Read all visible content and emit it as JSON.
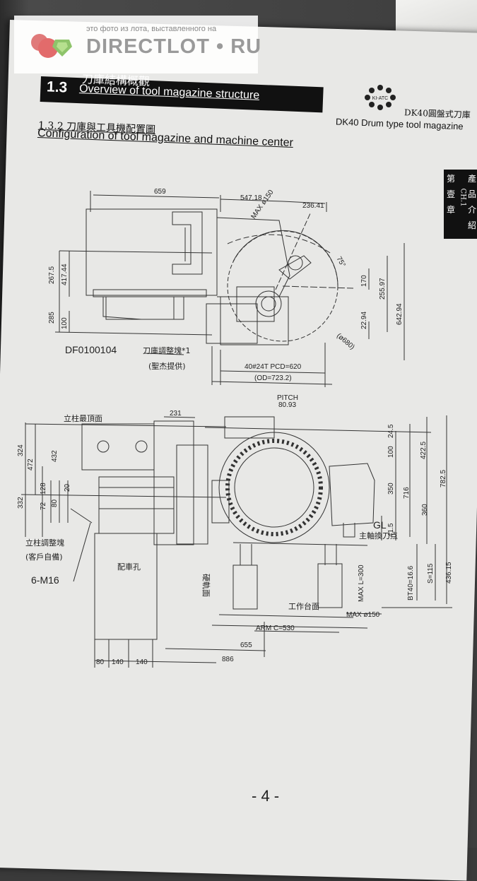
{
  "watermark": {
    "caption": "это фото из лота, выставленного на",
    "name": "DIRECTLOT • RU"
  },
  "section": {
    "number": "1.3",
    "title_zh": "刀庫結構概觀",
    "title_en": "Overview of tool magazine structure"
  },
  "header_right": {
    "logo_text": "KI-ATC",
    "title_zh": "DK40圓盤式刀庫",
    "title_en": "DK40 Drum type tool magazine"
  },
  "subsection": {
    "title_zh": "1.3.2 刀庫與工具機配置圖",
    "title_en": "Configuration of tool magazine and machine center"
  },
  "side_tab": {
    "chapter": [
      "第",
      "壹",
      "章"
    ],
    "ch": "CH.1",
    "intro": [
      "產",
      "品",
      "介",
      "紹"
    ]
  },
  "top_view": {
    "dims": {
      "d659": "659",
      "d547": "547.18",
      "d236": "236.41",
      "max150": "MAX ø150",
      "d75": "75°",
      "d267": "267.5",
      "d417": "417.44",
      "d285": "285",
      "d100": "100",
      "d170": "170",
      "d255": "255.97",
      "d642": "642.94",
      "d22": "22.94",
      "d680": "(ø680)",
      "pcd": "40#24T PCD=620",
      "od": "(OD=723.2)"
    },
    "part_no": "DF0100104",
    "note_zh": "刀庫調整塊*1",
    "note_zh2": "(聖杰提供)"
  },
  "front_view": {
    "dims": {
      "top_face": "立柱最頂面",
      "d231": "231",
      "pitch": "PITCH",
      "pitch_val": "80.93",
      "d324": "324",
      "d472": "472",
      "d432": "432",
      "d332": "332",
      "d128": "128",
      "d72": "72",
      "d20": "20",
      "d80": "80",
      "d100": "100",
      "d245": "24.5",
      "d4225": "422.5",
      "d7825": "782.5",
      "d350": "350",
      "d716": "716",
      "d360": "360",
      "d415": "41.5",
      "gl": "GL",
      "spindle_zh": "主軸換刀点",
      "maxl": "MAX L=300",
      "bt": "BT40=16.6",
      "s": "S=115",
      "d436": "436.15",
      "maxd": "MAX ø150",
      "table_zh": "工作台面",
      "arm": "ARM  C=530",
      "d655": "655",
      "d886": "886",
      "d80b": "80",
      "d140a": "140",
      "d140b": "140",
      "hole_zh": "配車孔",
      "rail_zh": "硬軌面"
    },
    "note_zh": "立柱調整塊",
    "note_zh2": "(客戶自備)",
    "bolt": "6-M16"
  },
  "page_number": "- 4 -"
}
